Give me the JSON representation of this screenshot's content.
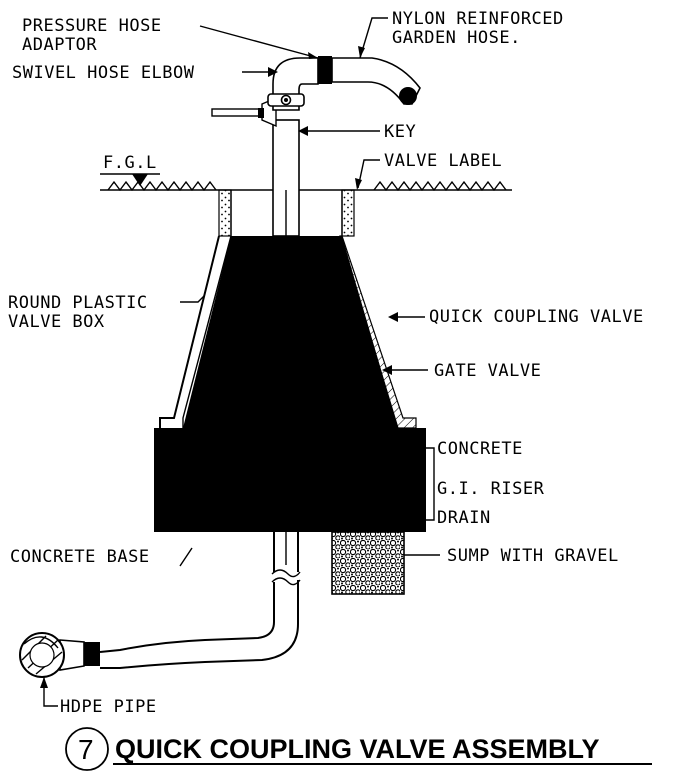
{
  "labels": {
    "pressure_hose_adaptor_1": "PRESSURE HOSE",
    "pressure_hose_adaptor_2": "ADAPTOR",
    "nylon_hose_1": "NYLON REINFORCED",
    "nylon_hose_2": "GARDEN HOSE.",
    "swivel_hose_elbow": "SWIVEL HOSE ELBOW",
    "key": "KEY",
    "fgl": "F.G.L",
    "valve_label": "VALVE LABEL",
    "valve_box_1": "ROUND PLASTIC",
    "valve_box_2": "VALVE BOX",
    "quick_coupling_valve": "QUICK COUPLING VALVE",
    "gate_valve": "GATE VALVE",
    "concrete": "CONCRETE",
    "gi_riser": "G.I. RISER",
    "drain": "DRAIN",
    "concrete_base": "CONCRETE BASE",
    "sump_with_gravel": "SUMP WITH GRAVEL",
    "hdpe_pipe": "HDPE PIPE"
  },
  "title": {
    "number": "7",
    "text": "QUICK COUPLING VALVE ASSEMBLY"
  }
}
